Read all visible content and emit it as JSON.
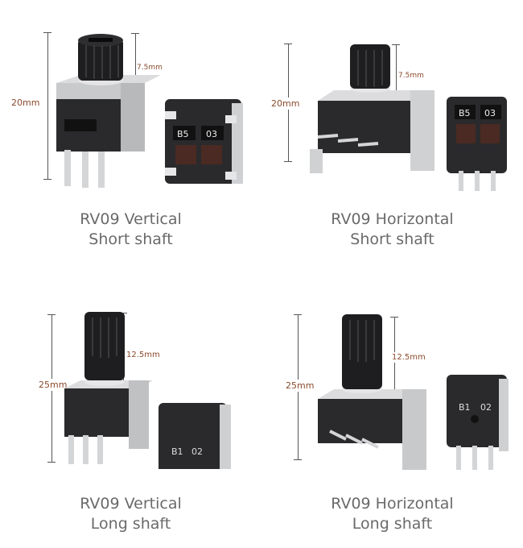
{
  "panels": [
    {
      "title": "RV09 Vertical",
      "subtitle": "Short shaft",
      "total_height": "20mm",
      "shaft_height": "7.5mm",
      "marking_left": "B5",
      "marking_right": "03"
    },
    {
      "title": "RV09 Horizontal",
      "subtitle": "Short shaft",
      "total_height": "20mm",
      "shaft_height": "7.5mm",
      "marking_left": "B5",
      "marking_right": "03"
    },
    {
      "title": "RV09 Vertical",
      "subtitle": "Long shaft",
      "total_height": "25mm",
      "shaft_height": "12.5mm",
      "marking_left": "B1",
      "marking_right": "02"
    },
    {
      "title": "RV09 Horizontal",
      "subtitle": "Long shaft",
      "total_height": "25mm",
      "shaft_height": "12.5mm",
      "marking_left": "B1",
      "marking_right": "02"
    }
  ],
  "colors": {
    "dimension_label": "#8a4a2c",
    "caption_text": "#6a6a6a",
    "knob_black": "#1e1e20",
    "metal_silver": "#c9cacc",
    "background": "#ffffff"
  }
}
